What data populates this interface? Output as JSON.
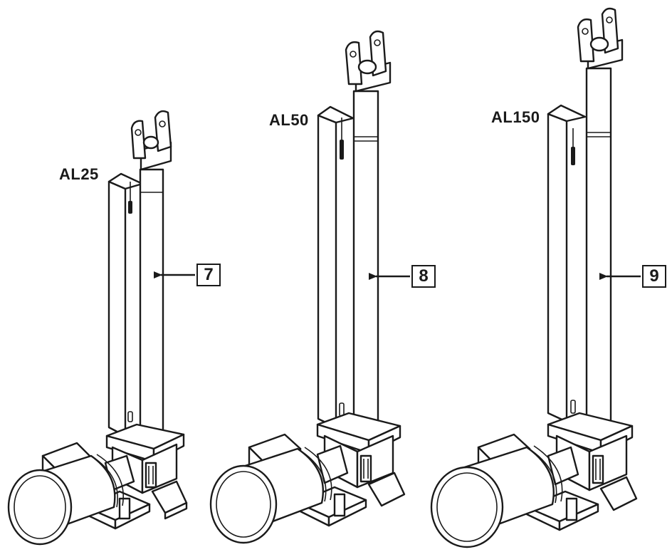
{
  "units": [
    {
      "model": "AL25",
      "callout": "7"
    },
    {
      "model": "AL50",
      "callout": "8"
    },
    {
      "model": "AL150",
      "callout": "9"
    }
  ],
  "icons": [
    "actuator-drawing",
    "arrow-left-icon"
  ]
}
